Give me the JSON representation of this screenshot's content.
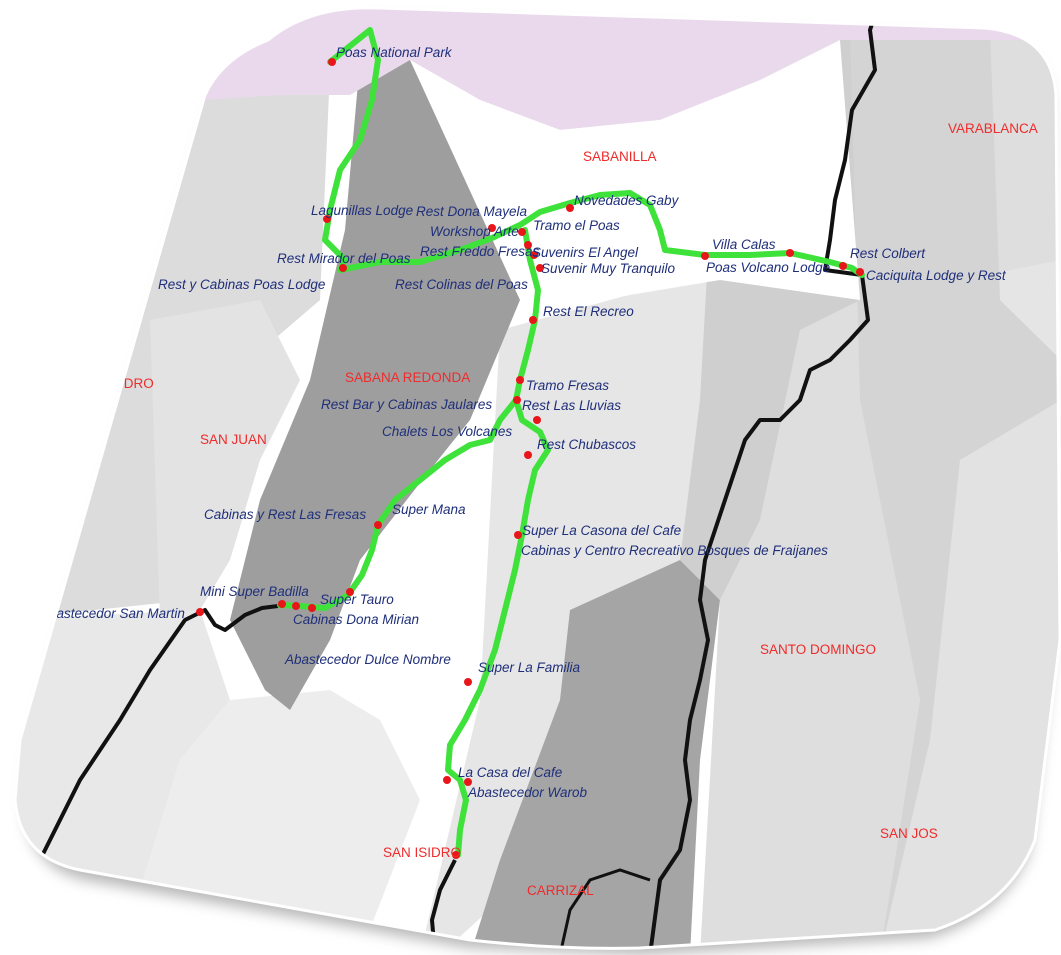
{
  "colors": {
    "route": "#3fe23a",
    "route_edge": "#1c8c1c",
    "poi_dot": "#e8161b",
    "poi_text": "#1f2f7a",
    "district_text": "#ef2b2b",
    "boundary": "#111111",
    "park": "#ead9ec"
  },
  "districts": {
    "varablanca": "VARABLANCA",
    "sabanilla": "SABANILLA",
    "sabana_redonda": "SABANA REDONDA",
    "isidro_left": "IDRO",
    "san_juan": "SAN JUAN",
    "santo_domingo": "SANTO DOMINGO",
    "san_jose": "SAN JOS",
    "san_isidro": "SAN ISIDRO",
    "carrizal": "CARRIZAL"
  },
  "places": {
    "poas_park": "Poas National Park",
    "novedades_gaby": "Novedades Gaby",
    "lagunillas_lodge": "Lagunillas Lodge",
    "rest_dona_mayela": "Rest Dona Mayela",
    "tramo_poas": "Tramo el Poas",
    "workshop": "Workshop Arte",
    "villa_calas": "Villa Calas",
    "rest_colbert": "Rest Colbert",
    "rest_mirador": "Rest Mirador del Poas",
    "rest_freddo": "Rest Freddo Fresas",
    "suvenirs_angel": "Suvenirs El Angel",
    "poas_volcano_lodge": "Poas Volcano Lodge",
    "caciquita": "Caciquita Lodge y Rest",
    "rest_cabinas_poas": "Rest y Cabinas Poas Lodge",
    "rest_colinas": "Rest Colinas del Poas",
    "suvenir_tranquilo": "Suvenir Muy Tranquilo",
    "rest_recreo": "Rest El Recreo",
    "tramo_fresas": "Tramo Fresas",
    "rest_bar_jaulares": "Rest Bar y Cabinas Jaulares",
    "rest_lluvias": "Rest Las Lluvias",
    "chalets": "Chalets Los Volcanes",
    "rest_chubascos": "Rest Chubascos",
    "super_mana": "Super Mana",
    "cabinas_fresas": "Cabinas y Rest Las Fresas",
    "super_casona": "Super La Casona del Cafe",
    "cabinas_bosques": "Cabinas y Centro Recreativo Bosques de Fraijanes",
    "mini_super_badilla": "Mini Super Badilla",
    "super_tauro": "Super Tauro",
    "abastecedor_san_martin": "Abastecedor San Martin",
    "cabinas_dona_mirian": "Cabinas Dona Mirian",
    "abastecedor_dulce": "Abastecedor Dulce Nombre",
    "super_familia": "Super La Familia",
    "casa_cafe": "La Casa del Cafe",
    "abastecedor_warob": "Abastecedor Warob"
  }
}
